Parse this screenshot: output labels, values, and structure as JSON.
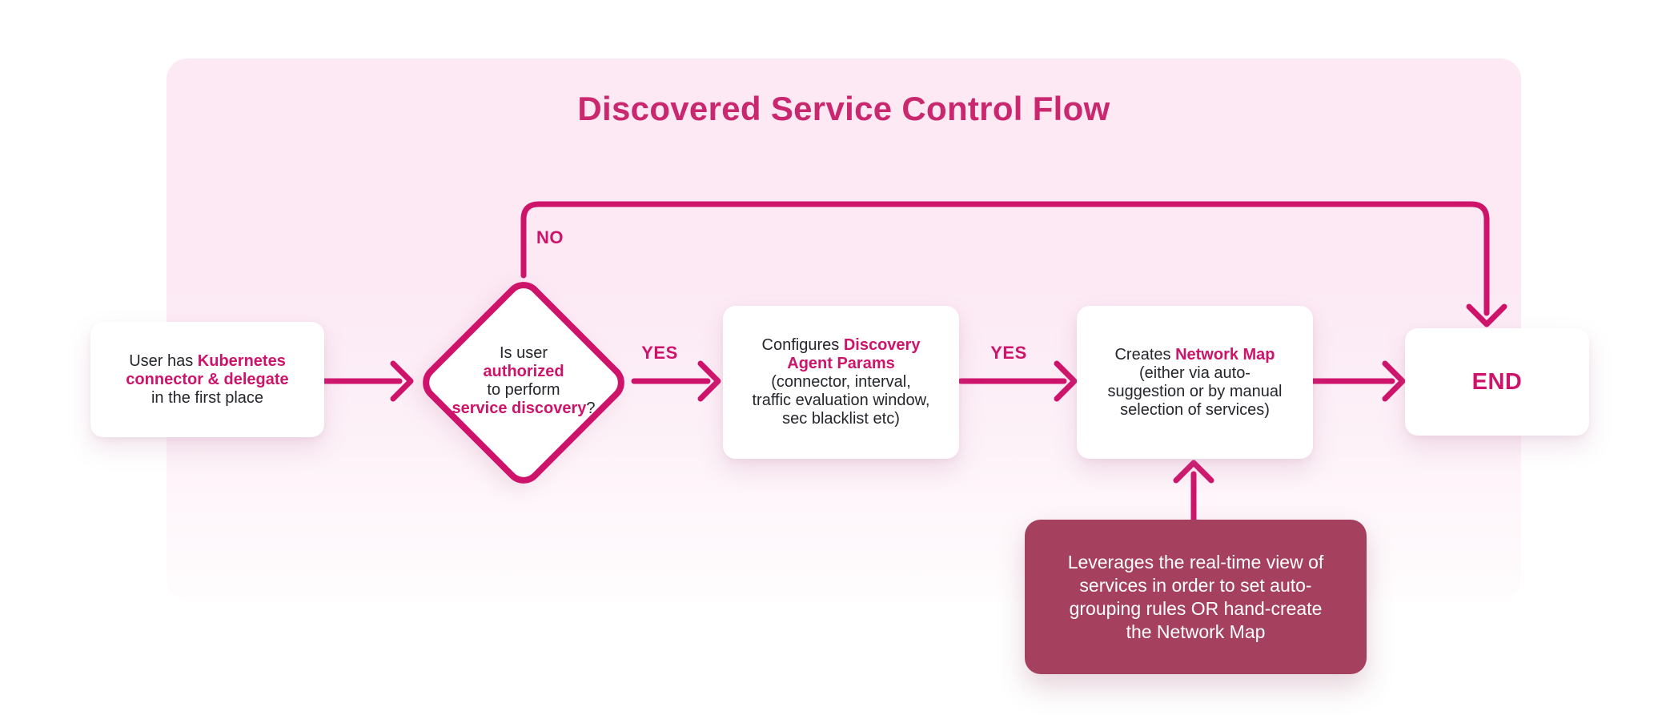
{
  "title": "Discovered Service Control Flow",
  "colors": {
    "accent_pink": "#CE136B",
    "title_pink": "#C9276E",
    "panel_pink": "#FCE9F4",
    "note_maroon": "#A6405F",
    "text_dark": "#24262B",
    "node_bg": "#FFFFFF"
  },
  "nodes": {
    "start": {
      "l1a": "User has ",
      "l1b": "Kubernetes",
      "l2": "connector & delegate",
      "l3": "in the first place"
    },
    "decision": {
      "l1": "Is user",
      "l2": "authorized",
      "l3": "to perform",
      "l4a": "service discovery",
      "l4b": "?"
    },
    "configure": {
      "l1a": "Configures ",
      "l1b": "Discovery",
      "l2": "Agent Params",
      "l3": "(connector, interval,",
      "l4": "traffic evaluation window,",
      "l5": "sec blacklist etc)"
    },
    "create": {
      "l1a": "Creates ",
      "l1b": "Network Map",
      "l2": "(either via auto-",
      "l3": "suggestion or by manual",
      "l4": "selection of services)"
    },
    "end": {
      "label": "END"
    },
    "note": {
      "l1": "Leverages the real-time view of",
      "l2": "services in order to set auto-",
      "l3": "grouping rules OR hand-create",
      "l4": "the Network Map"
    }
  },
  "edges": {
    "no_label": "NO",
    "yes1_label": "YES",
    "yes2_label": "YES"
  }
}
